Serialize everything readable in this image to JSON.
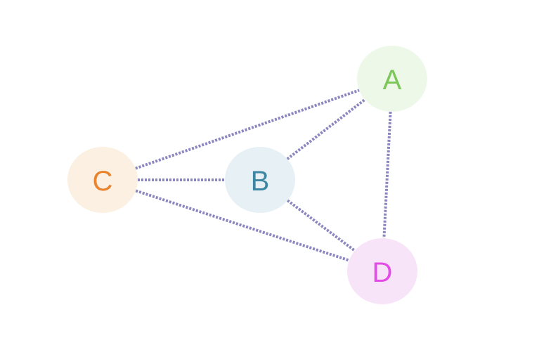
{
  "diagram": {
    "edge_color": "#8b86c0",
    "nodes": [
      {
        "id": "A",
        "label": "A",
        "fill": "#eef8e8",
        "text_color": "#7dc65a"
      },
      {
        "id": "B",
        "label": "B",
        "fill": "#e6f0f5",
        "text_color": "#3f86a3"
      },
      {
        "id": "C",
        "label": "C",
        "fill": "#fbf0e2",
        "text_color": "#e8832e"
      },
      {
        "id": "D",
        "label": "D",
        "fill": "#f8e4f8",
        "text_color": "#e34be6"
      }
    ],
    "edges": [
      {
        "from": "C",
        "to": "A"
      },
      {
        "from": "B",
        "to": "A"
      },
      {
        "from": "A",
        "to": "D"
      },
      {
        "from": "C",
        "to": "B"
      },
      {
        "from": "B",
        "to": "D"
      },
      {
        "from": "C",
        "to": "D"
      }
    ]
  }
}
